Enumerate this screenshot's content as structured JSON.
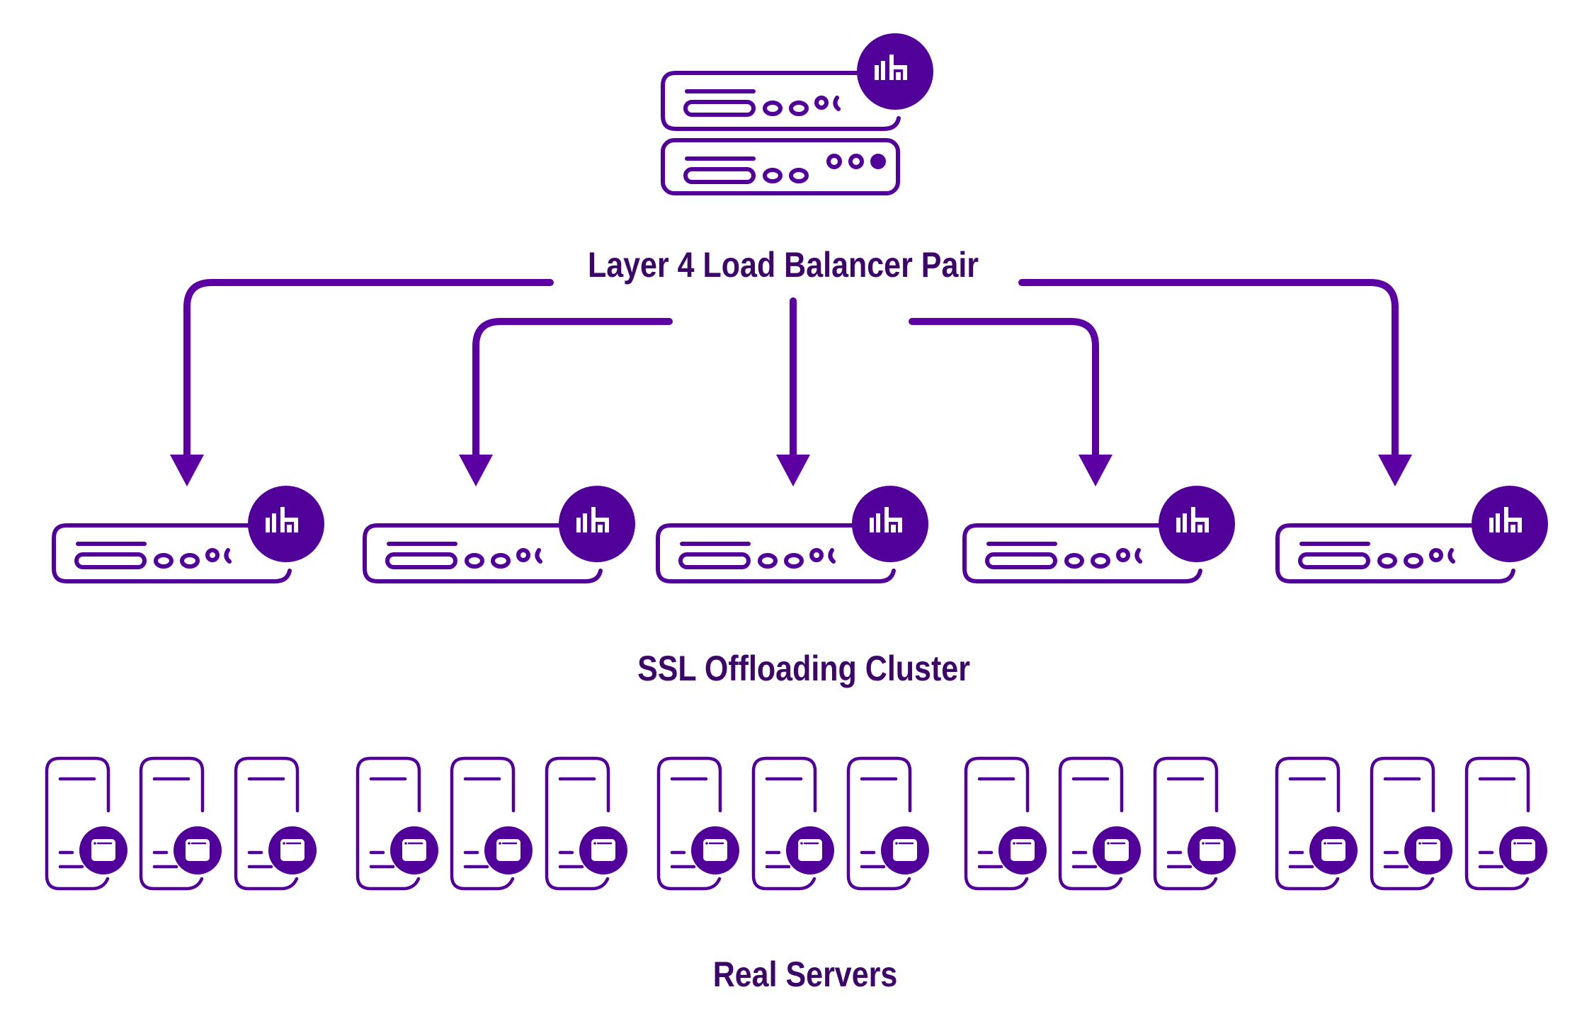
{
  "diagram": {
    "title": "Layer 4 Load Balancer Pair with SSL Offloading Cluster and Real Servers",
    "colors": {
      "stroke": "#52009a",
      "arrow": "#5c00a3",
      "label": "#3d0769",
      "background": "#ffffff"
    },
    "tiers": [
      {
        "id": "load-balancer-pair",
        "label": "Layer 4 Load Balancer Pair",
        "icon": "rack-server-stack-icon",
        "node_count": 2
      },
      {
        "id": "ssl-offloading-cluster",
        "label": "SSL Offloading Cluster",
        "icon": "rack-server-icon",
        "node_count": 5
      },
      {
        "id": "real-servers",
        "label": "Real Servers",
        "icon": "tower-server-icon",
        "node_count": 15,
        "groups": 5,
        "servers_per_group": 3
      }
    ],
    "edges": [
      {
        "from": "load-balancer-pair",
        "to": "ssl-node-1",
        "type": "arrow"
      },
      {
        "from": "load-balancer-pair",
        "to": "ssl-node-2",
        "type": "arrow"
      },
      {
        "from": "load-balancer-pair",
        "to": "ssl-node-3",
        "type": "arrow"
      },
      {
        "from": "load-balancer-pair",
        "to": "ssl-node-4",
        "type": "arrow"
      },
      {
        "from": "load-balancer-pair",
        "to": "ssl-node-5",
        "type": "arrow"
      }
    ],
    "badge_icons": {
      "appliance_badge": "brand-logo-badge-icon",
      "real_server_badge": "browser-window-badge-icon"
    }
  }
}
